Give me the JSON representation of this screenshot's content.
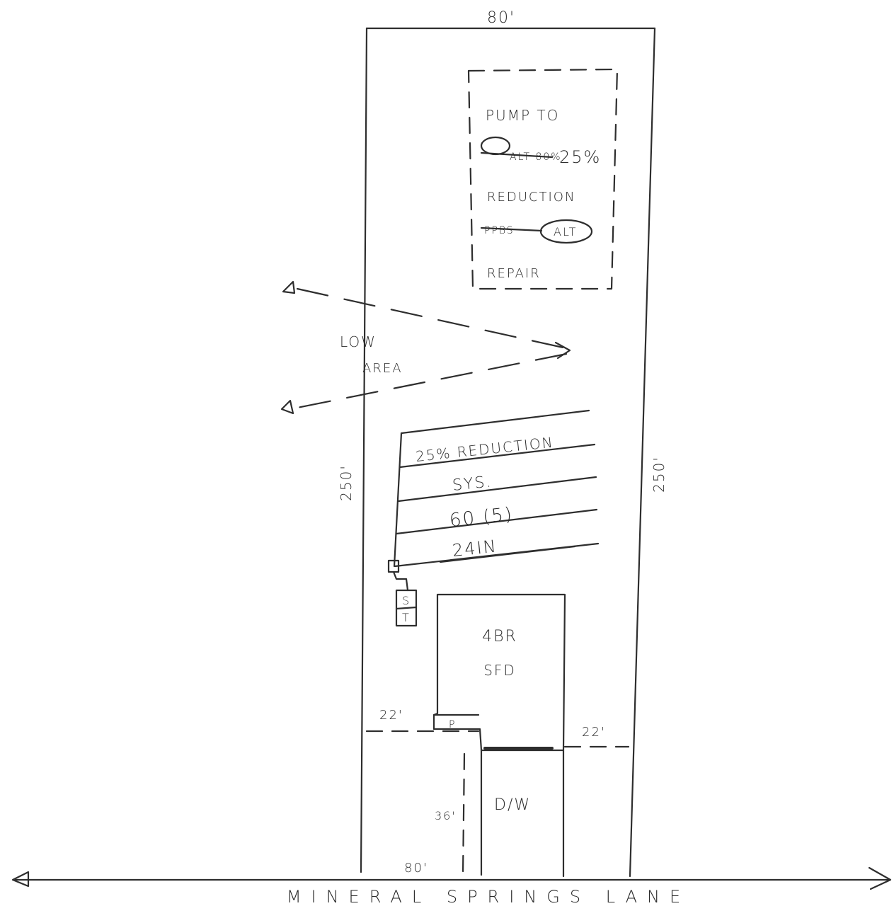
{
  "lot": {
    "top_width": "80'",
    "left_depth": "250'",
    "right_depth": "250'",
    "bottom_width": "80'"
  },
  "notes_box": {
    "line1": "PUMP TO",
    "line2_strike": "ALT 80%",
    "line2_keep": "25%",
    "line3": "REDUCTION",
    "line4_strike": "PPBS",
    "line4_keep": "ALT",
    "line5": "REPAIR"
  },
  "low_area": {
    "line1": "LOW",
    "line2": "AREA"
  },
  "drainfield": {
    "line1": "25% REDUCTION",
    "line2": "SYS.",
    "line3": "60 (5)",
    "line4": "24IN"
  },
  "septic_tank": {
    "label_top": "S",
    "label_bottom": "T"
  },
  "house": {
    "line1": "4BR",
    "line2": "SFD",
    "porch": "P"
  },
  "setbacks": {
    "left": "22'",
    "right": "22'",
    "driveway_len": "36'"
  },
  "driveway": {
    "label": "D/W"
  },
  "street": {
    "name": "MINERAL SPRINGS LANE"
  }
}
